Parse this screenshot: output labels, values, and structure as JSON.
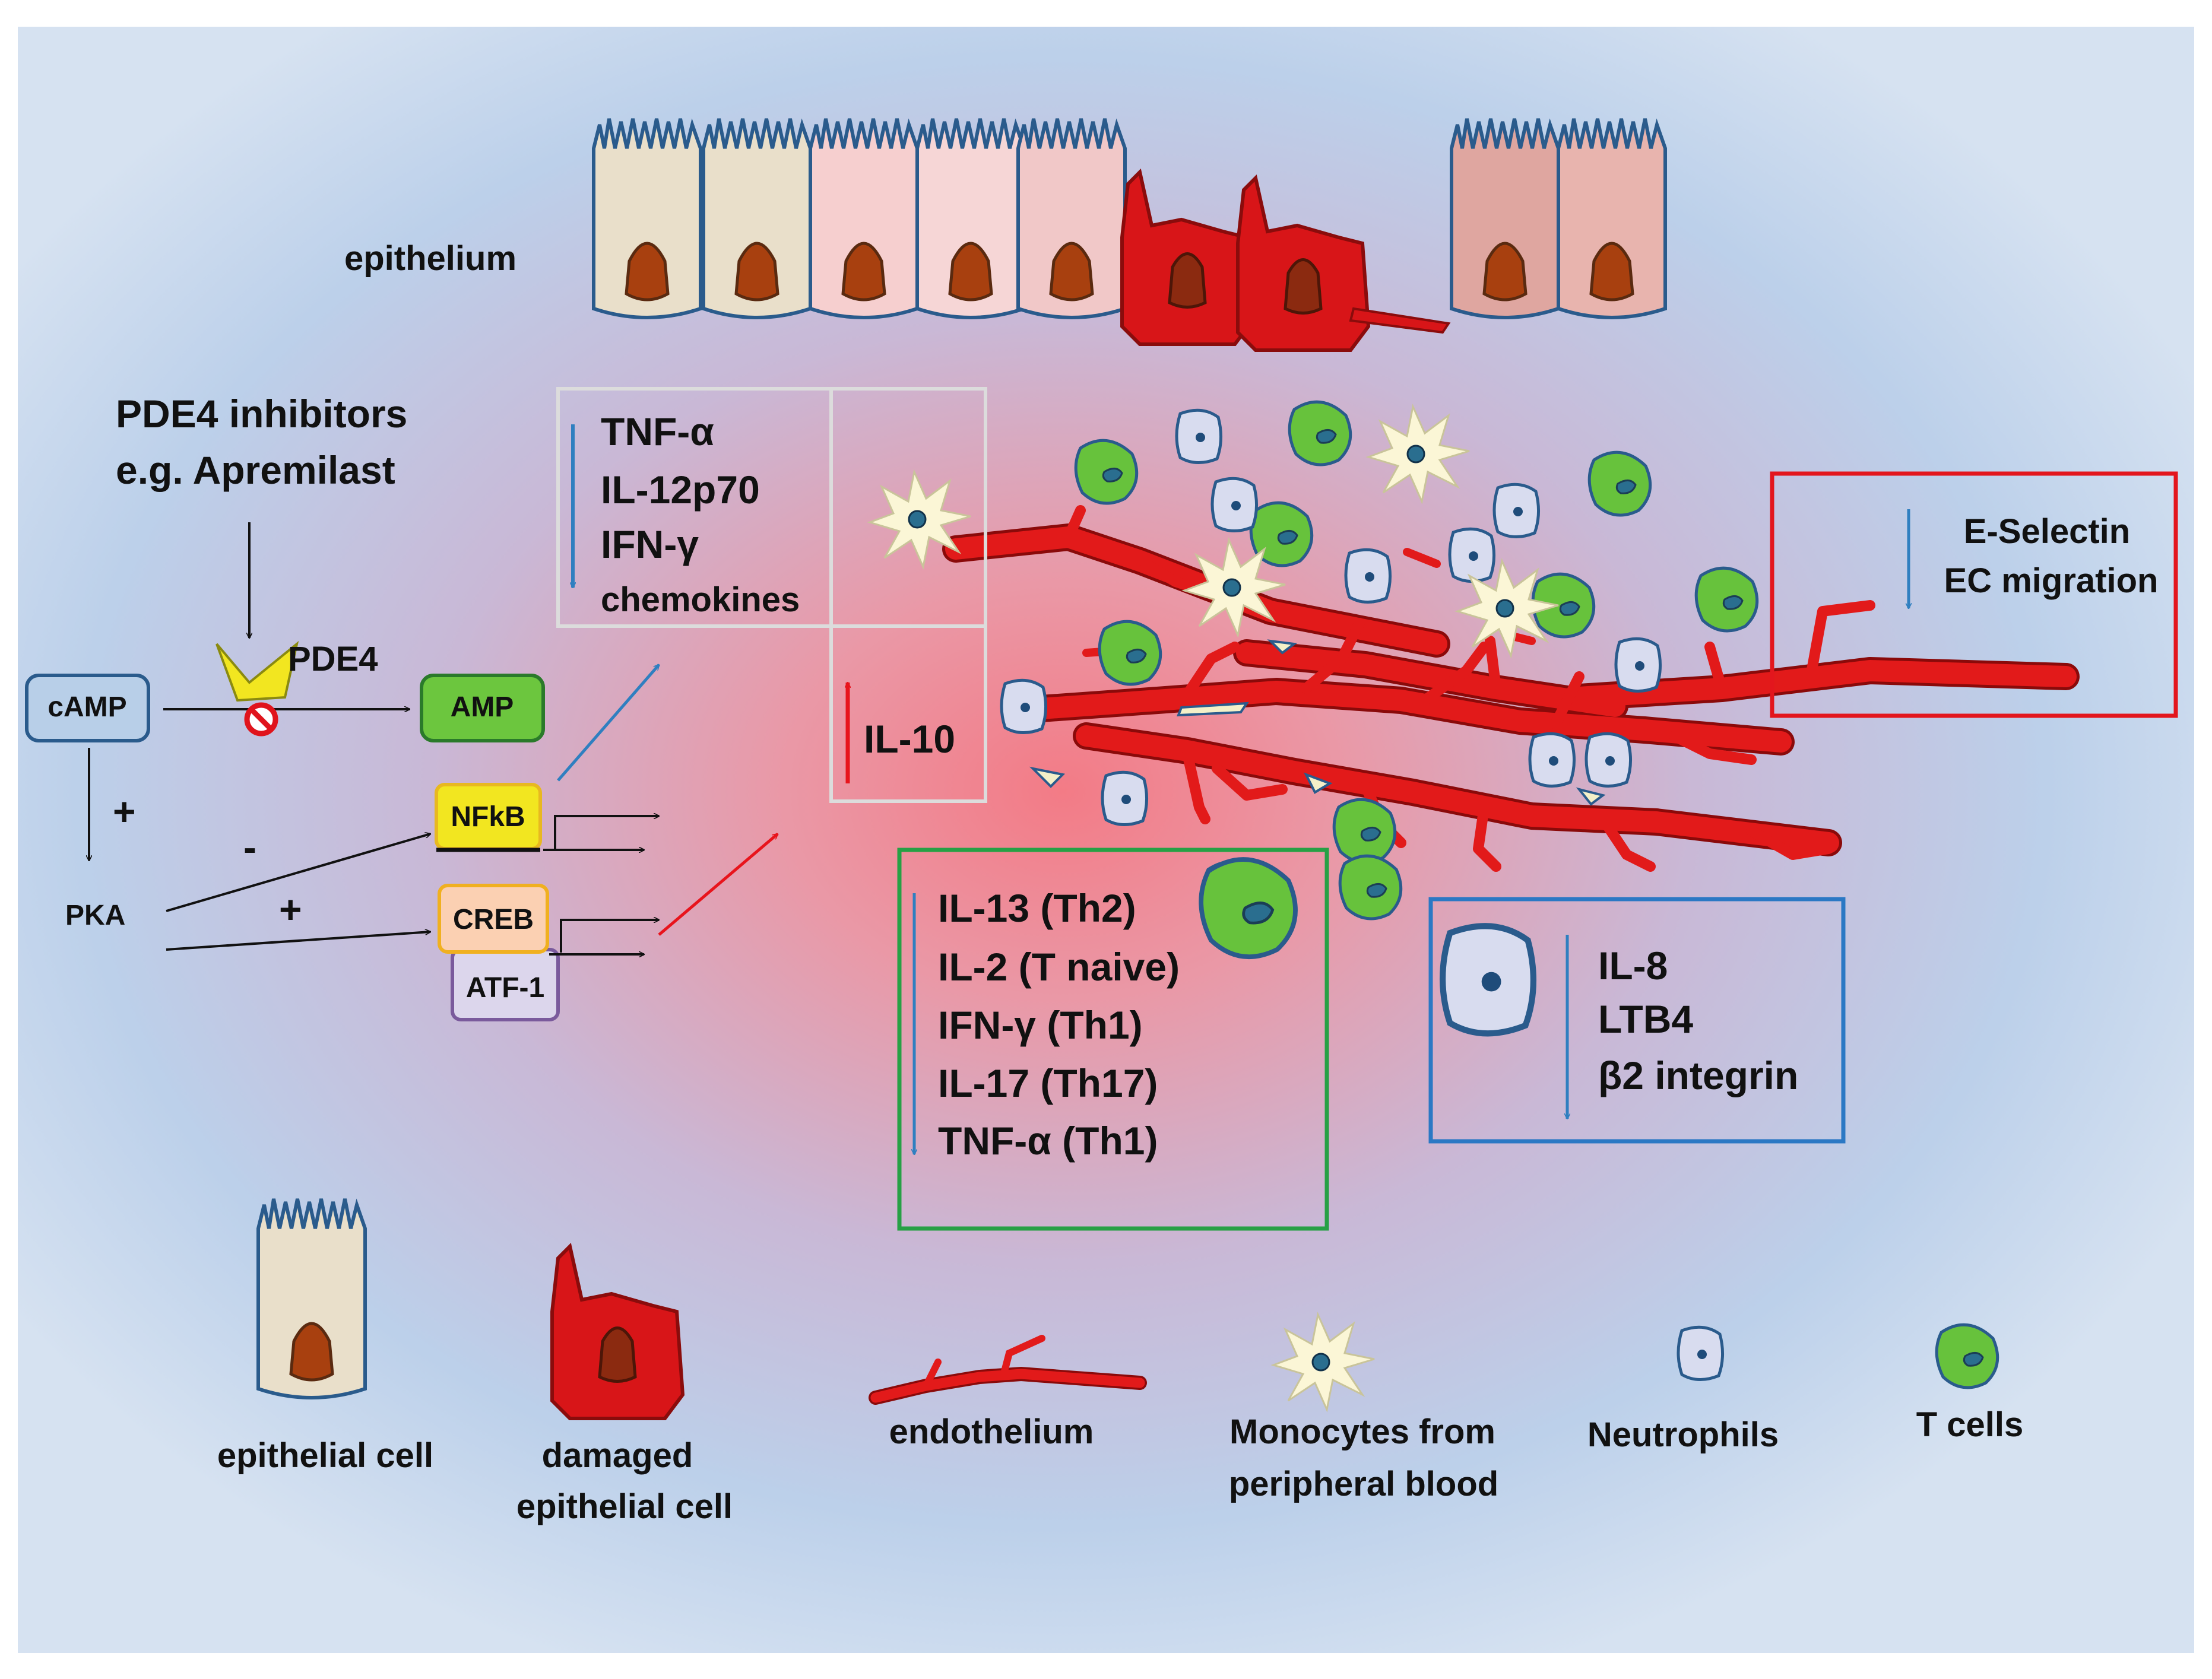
{
  "epithelium": {
    "label": "epithelium"
  },
  "drug": {
    "line1": "PDE4 inhibitors",
    "line2": "e.g. Apremilast"
  },
  "pathway": {
    "camp": "cAMP",
    "pde4": "PDE4",
    "amp": "AMP",
    "pka": "PKA",
    "plus1": "+",
    "minus": "-",
    "plus2": "+",
    "nfkb": "NFkB",
    "creb": "CREB",
    "atf1": "ATF-1"
  },
  "monocyte_box": {
    "items": [
      "TNF-α",
      "IL-12p70",
      "IFN-γ",
      "chemokines"
    ],
    "il10": "IL-10"
  },
  "endothelium_box": {
    "line1": "E-Selectin",
    "line2": "EC migration"
  },
  "tcell_box": {
    "items": [
      "IL-13 (Th2)",
      "IL-2 (T naive)",
      "IFN-γ (Th1)",
      "IL-17 (Th17)",
      "TNF-α (Th1)"
    ]
  },
  "neutrophil_box": {
    "items": [
      "IL-8",
      "LTB4",
      "β2 integrin"
    ]
  },
  "legend": {
    "epithelial_cell": "epithelial cell",
    "damaged_line1": "damaged",
    "damaged_line2": "epithelial cell",
    "endothelium": "endothelium",
    "monocytes_line1": "Monocytes from",
    "monocytes_line2": "peripheral blood",
    "neutrophils": "Neutrophils",
    "t_cells": "T cells"
  },
  "colors": {
    "background_outer": "#c4d6ec",
    "center_glow": "#f2868f",
    "vessel": "#e21a1a",
    "tcell_green": "#67c23c",
    "neutrophil_fill": "#d8dcef",
    "monocyte_fill": "#fbf6d6",
    "down_arrow_blue": "#2f7fc0",
    "up_arrow_red": "#e8141c",
    "box_gray": "#dcdcdc",
    "box_red": "#e3161d",
    "box_green": "#27a045",
    "box_blue": "#2b78c4"
  }
}
